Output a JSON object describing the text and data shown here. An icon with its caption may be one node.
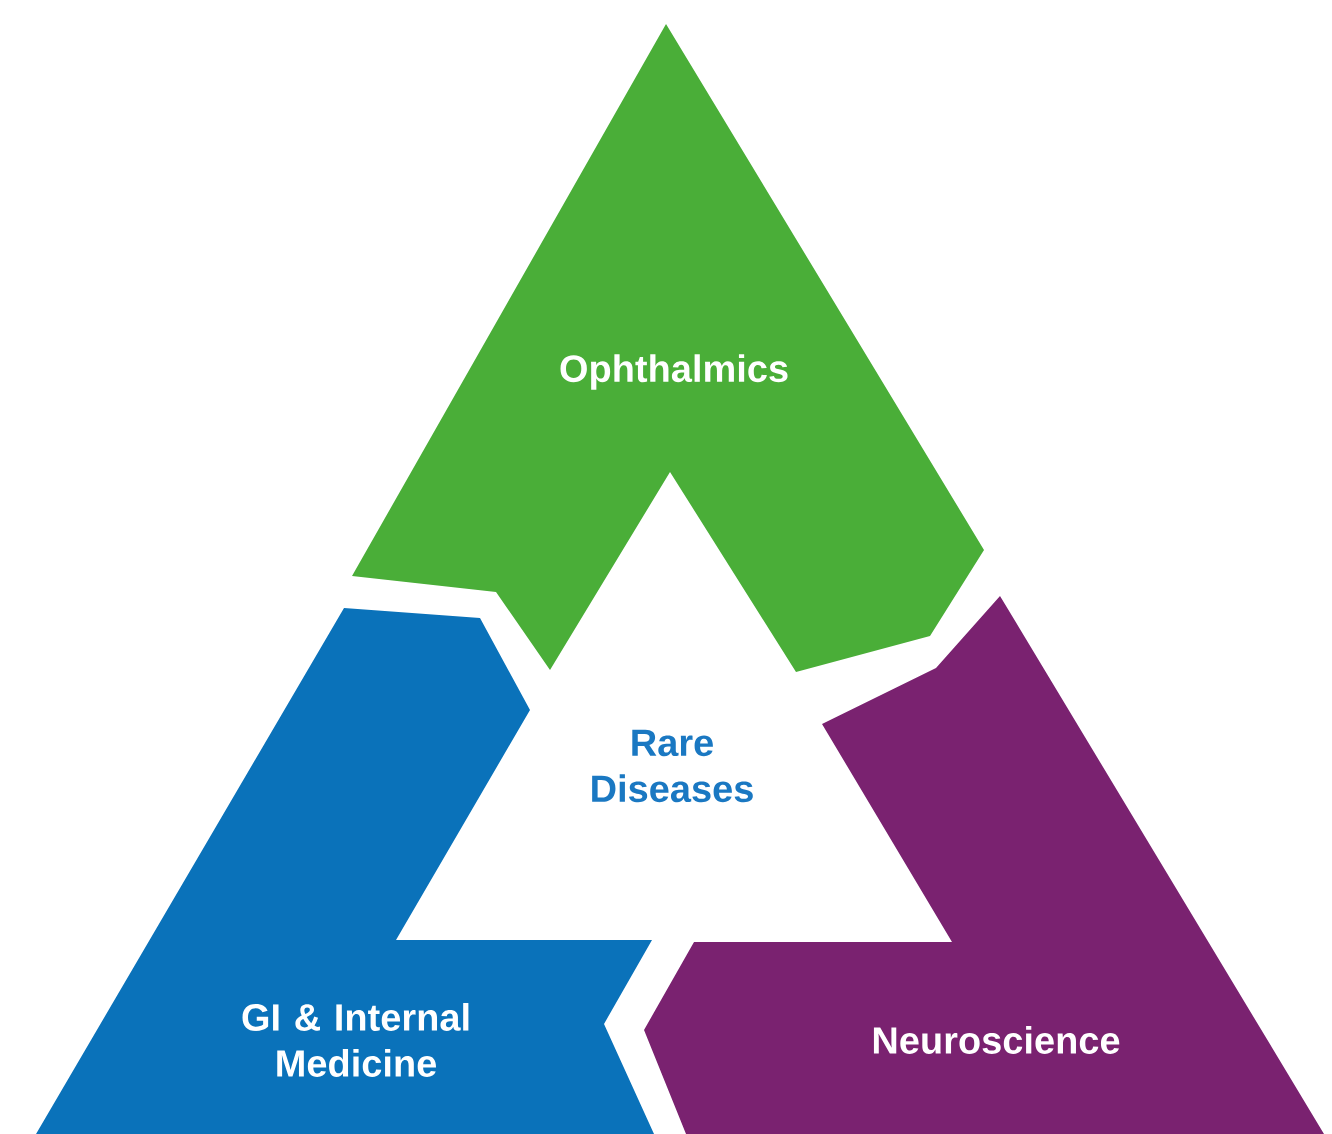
{
  "diagram": {
    "nodes": [
      {
        "text": [
          "Ophthalmics"
        ]
      },
      {
        "text": [
          "Rare Diseases"
        ]
      },
      {
        "text": [
          "GI & Internal Medicine"
        ]
      },
      {
        "text": [
          "Neuroscience"
        ]
      }
    ]
  }
}
